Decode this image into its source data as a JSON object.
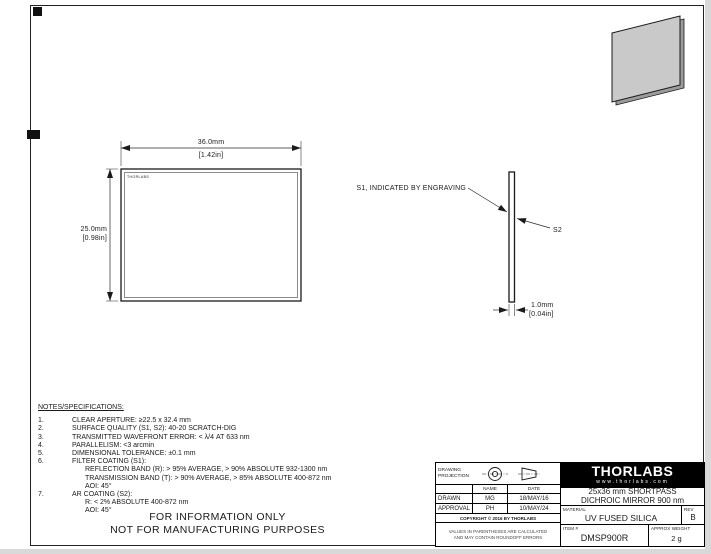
{
  "colors": {
    "line": "#1a1a1a",
    "mirror_face": "#c9c9c9",
    "mirror_edge": "#9b9b9b",
    "logo_bg": "#000000"
  },
  "front_view": {
    "engraving": "THORLABS",
    "width_mm": "36.0mm",
    "width_in": "[1.42in]",
    "height_mm": "25.0mm",
    "height_in": "[0.98in]"
  },
  "side_view": {
    "s1_callout": "S1, INDICATED BY ENGRAVING",
    "s2_callout": "S2",
    "thickness_mm": "1.0mm",
    "thickness_in": "[0.04in]"
  },
  "notes": {
    "title": "NOTES/SPECIFICATIONS:",
    "rows": [
      {
        "num": "1.",
        "text": "CLEAR APERTURE: ≥22.5 x 32.4 mm"
      },
      {
        "num": "2.",
        "text": "SURFACE QUALITY (S1, S2): 40-20 SCRATCH-DIG"
      },
      {
        "num": "3.",
        "text": "TRANSMITTED WAVEFRONT ERROR: < λ/4  AT 633 nm"
      },
      {
        "num": "4.",
        "text": "PARALLELISM: <3 arcmin"
      },
      {
        "num": "5.",
        "text": "DIMENSIONAL TOLERANCE: ±0.1 mm"
      },
      {
        "num": "6.",
        "text": "FILTER COATING (S1):"
      },
      {
        "num": "",
        "text": "REFLECTION BAND (R): > 95% AVERAGE, > 90% ABSOLUTE 932-1300 nm"
      },
      {
        "num": "",
        "text": "TRANSMISSION BAND (T): > 90% AVERAGE, > 85% ABSOLUTE 400-872 nm"
      },
      {
        "num": "",
        "text": "AOI: 45°"
      },
      {
        "num": "7.",
        "text": "AR COATING (S2):"
      },
      {
        "num": "",
        "text": "R: < 2% ABSOLUTE 400-872 nm"
      },
      {
        "num": "",
        "text": "AOI: 45°"
      }
    ]
  },
  "info_notice": {
    "line1": "FOR INFORMATION ONLY",
    "line2": "NOT FOR MANUFACTURING PURPOSES"
  },
  "title_block": {
    "projection_line1": "DRAWING",
    "projection_line2": "PROJECTION",
    "name_header": "NAME",
    "date_header": "DATE",
    "drawn_label": "DRAWN",
    "drawn_name": "MG",
    "drawn_date": "18/MAY/16",
    "approval_label": "APPROVAL",
    "approval_name": "PH",
    "approval_date": "10/MAY/24",
    "copyright": "COPYRIGHT © 2016 BY THORLABS",
    "disclaimer_line1": "VALUES IN PARENTHESES ARE CALCULATED",
    "disclaimer_line2": "AND MAY CONTAIN ROUNDOFF ERRORS",
    "logo_text": "THORLABS",
    "website": "www.thorlabs.com",
    "title_line1": "25x36 mm SHORTPASS",
    "title_line2": "DICHROIC MIRROR 900 nm",
    "material_label": "MATERIAL",
    "material_value": "UV FUSED SILICA",
    "rev_label": "REV",
    "rev_value": "B",
    "item_label": "ITEM #",
    "item_value": "DMSP900R",
    "weight_label": "APPROX WEIGHT",
    "weight_value": "2 g"
  }
}
